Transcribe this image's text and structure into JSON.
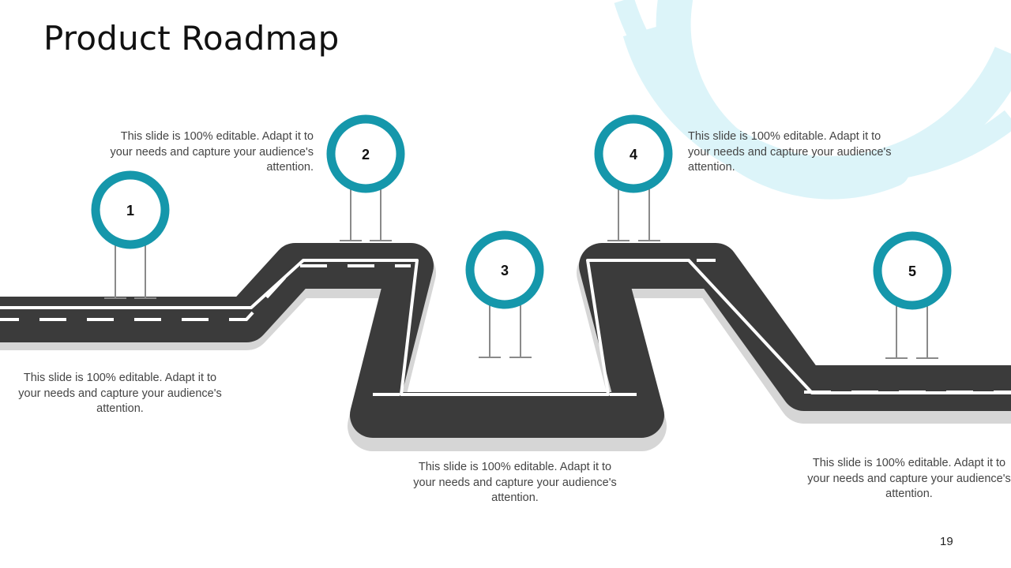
{
  "slide": {
    "title": "Product Roadmap",
    "page_number": "19"
  },
  "milestones": [
    {
      "number": "1",
      "text": "This slide is 100% editable. Adapt it to your needs and capture your audience's attention."
    },
    {
      "number": "2",
      "text": "This slide is 100% editable. Adapt it to your needs and capture your audience's attention."
    },
    {
      "number": "3",
      "text": "This slide is 100% editable. Adapt it to your needs and capture your audience's attention."
    },
    {
      "number": "4",
      "text": "This slide is 100% editable. Adapt it to your needs and capture your audience's attention."
    },
    {
      "number": "5",
      "text": "This slide is 100% editable. Adapt it to your needs and capture your audience's attention."
    }
  ],
  "colors": {
    "road": "#3b3b3b",
    "road_shadow": "#d6d6d6",
    "pin_ring": "#1597ab",
    "accent_arc": "#dff5fa",
    "post": "#8a8a8a"
  }
}
